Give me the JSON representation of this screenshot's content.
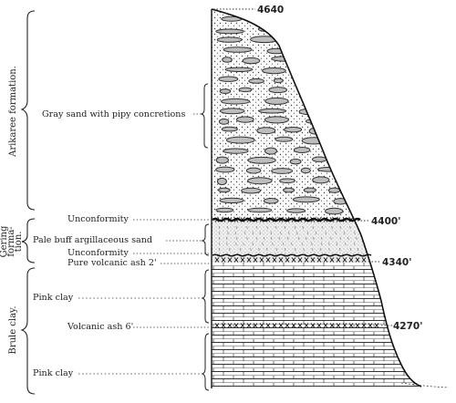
{
  "formations": {
    "arikaree": "Arikaree formation.",
    "gering_line1": "Gering",
    "gering_line2": "forma-",
    "gering_line3": "tion.",
    "brule": "Brule clay."
  },
  "labels": {
    "gray_sand": "Gray sand with pipy concretions",
    "unconformity_upper": "Unconformity",
    "pale_buff": "Pale buff argillaceous sand",
    "unconformity_lower": "Unconformity",
    "volcanic_ash_2": "Pure volcanic ash 2'",
    "pink_clay_upper": "Pink clay",
    "volcanic_ash_6": "Volcanic ash 6'",
    "pink_clay_lower": "Pink clay"
  },
  "elevations": {
    "top": "4640",
    "gering_top": "4400'",
    "ash_2": "4340'",
    "ash_6": "4270'"
  }
}
